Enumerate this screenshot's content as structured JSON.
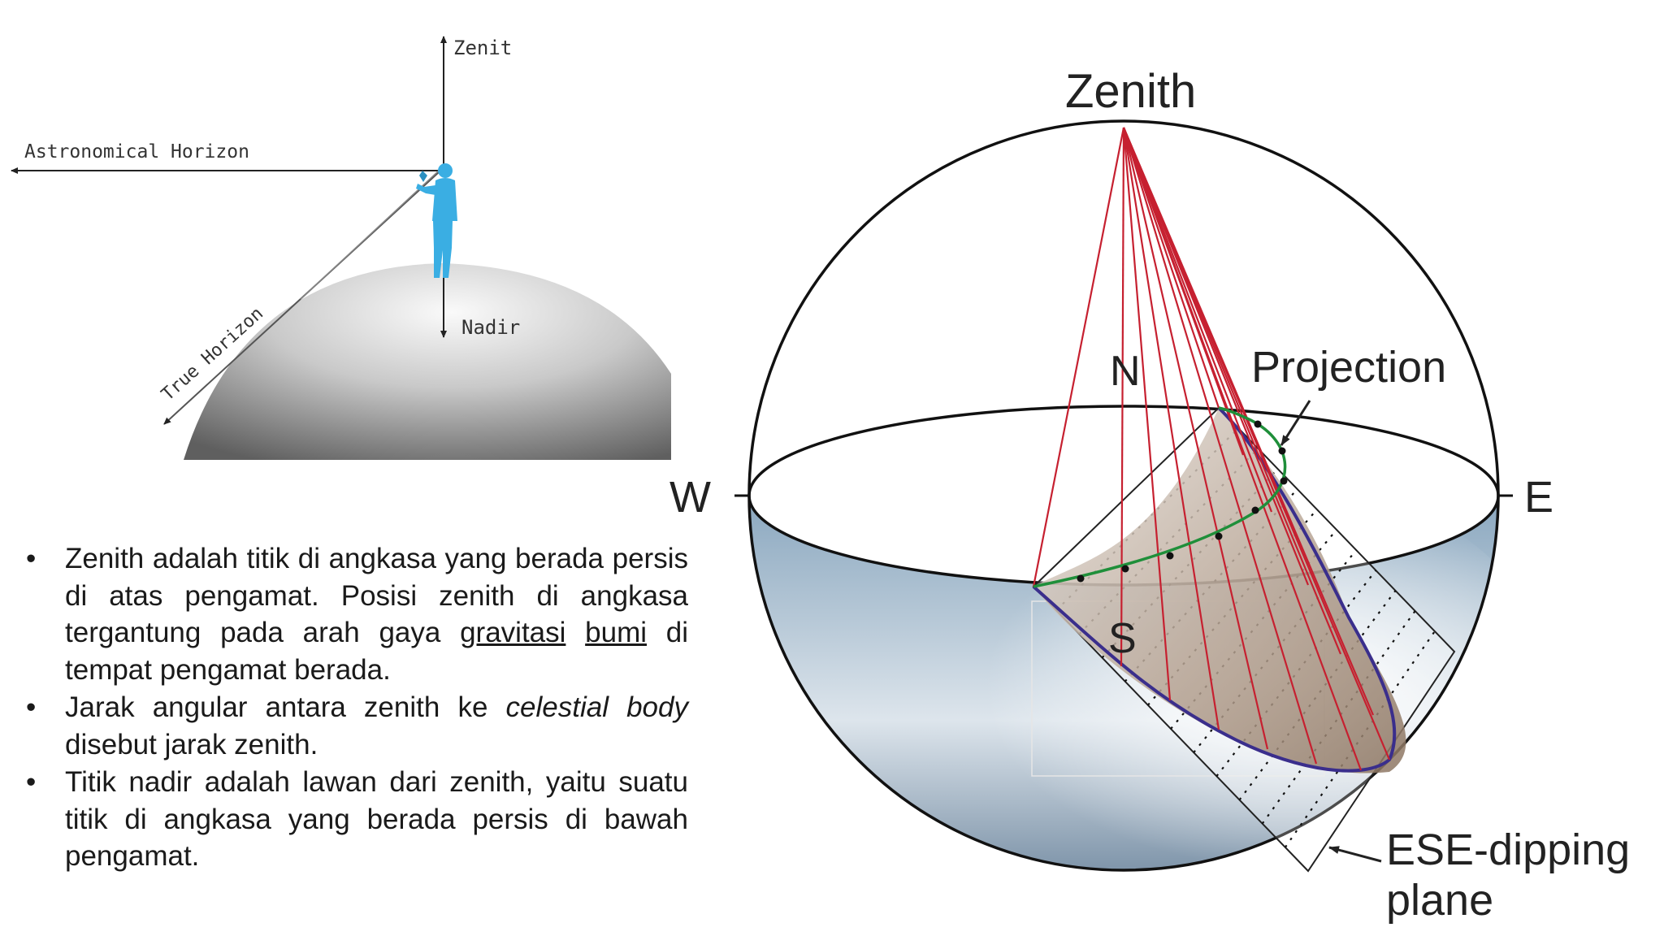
{
  "left_diagram": {
    "zenit": "Zenit",
    "nadir": "Nadir",
    "astronomical_horizon": "Astronomical Horizon",
    "true_horizon": "True Horizon"
  },
  "right_diagram": {
    "zenith": "Zenith",
    "north": "N",
    "south": "S",
    "west": "W",
    "east": "E",
    "projection": "Projection",
    "plane_line1": "ESE-dipping",
    "plane_line2": "plane"
  },
  "bullets": [
    {
      "p1": "Zenith adalah titik di angkasa yang berada persis di atas pengamat. Posisi zenith di angkasa tergantung pada arah gaya ",
      "link1": "gravitasi",
      "sep": " ",
      "link2": "bumi",
      "p2": " di tempat pengamat berada."
    },
    {
      "p1": "Jarak angular antara zenith ke ",
      "em": "celestial body",
      "p2": " disebut jarak zenith."
    },
    {
      "p1": "Titik nadir adalah lawan dari zenith, yaitu suatu titik di angkasa yang berada persis di bawah pengamat."
    }
  ]
}
